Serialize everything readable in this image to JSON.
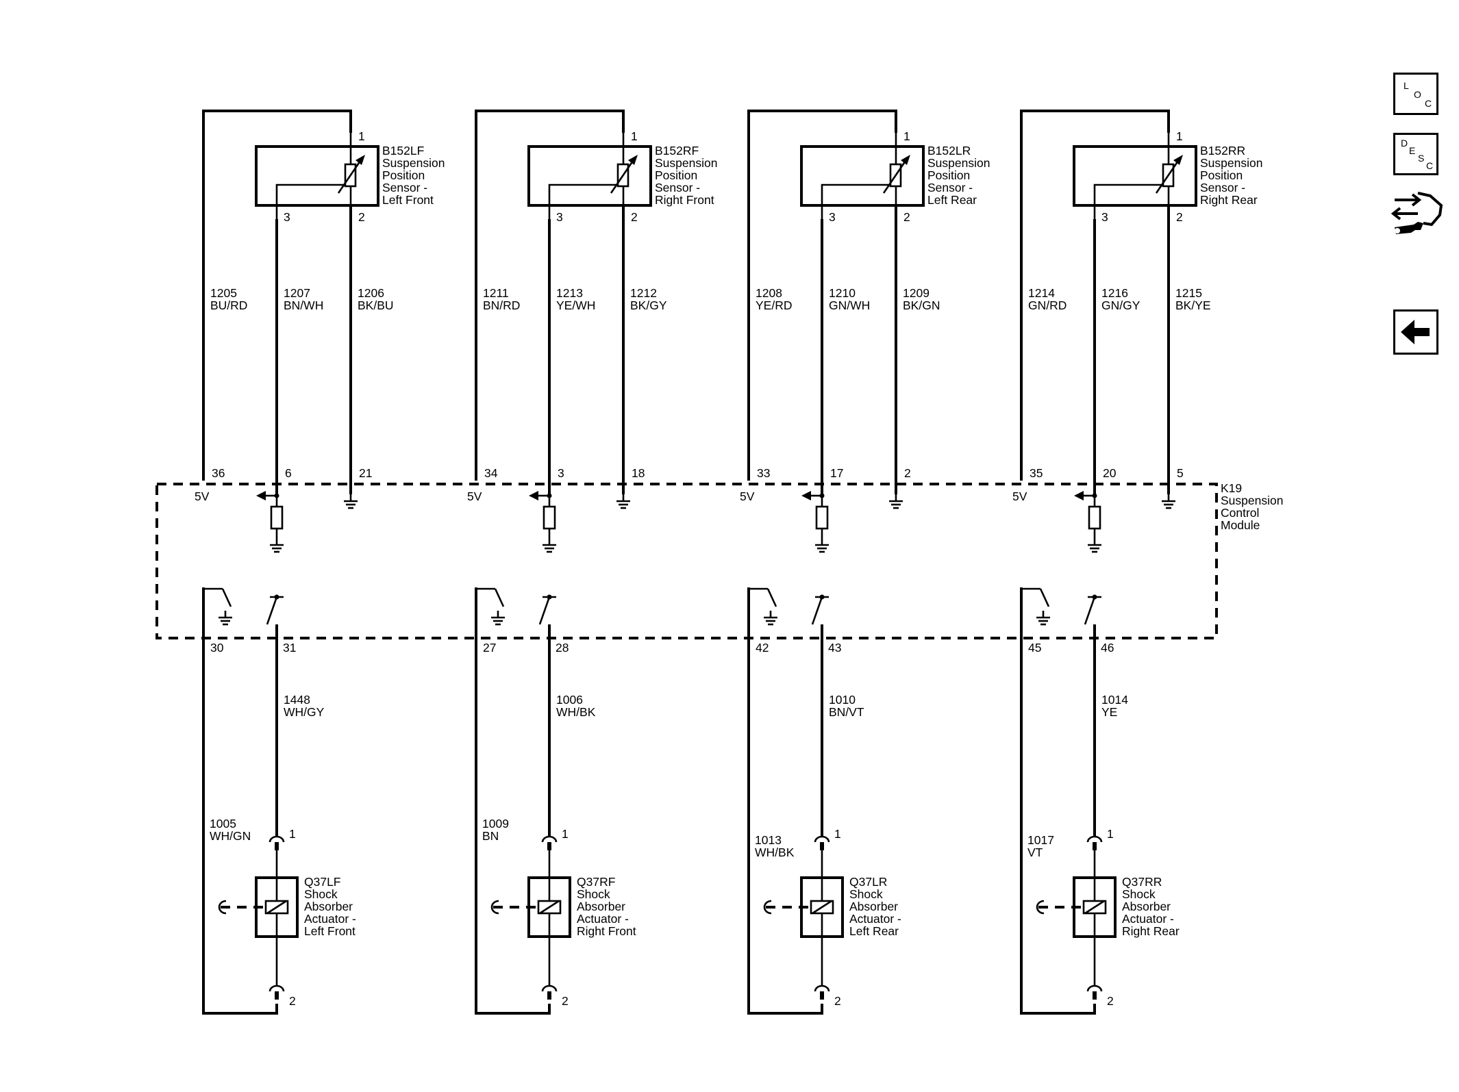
{
  "module": {
    "ref": "K19",
    "name_lines": [
      "Suspension",
      "Control",
      "Module"
    ],
    "voltage_label": "5V"
  },
  "corners": [
    {
      "id": "lf",
      "sensor": {
        "ref": "B152LF",
        "lines": [
          "Suspension",
          "Position",
          "Sensor -",
          "Left Front"
        ],
        "pins": [
          "1",
          "3",
          "2"
        ]
      },
      "wires": [
        {
          "circuit": "1205",
          "color": "BU/RD",
          "module_pin": "36"
        },
        {
          "circuit": "1207",
          "color": "BN/WH",
          "module_pin": "6"
        },
        {
          "circuit": "1206",
          "color": "BK/BU",
          "module_pin": "21"
        }
      ],
      "actuator": {
        "ref": "Q37LF",
        "lines": [
          "Shock",
          "Absorber",
          "Actuator -",
          "Left Front"
        ],
        "pins": [
          "1",
          "2"
        ]
      },
      "return_wire": {
        "circuit": "1005",
        "color": "WH/GN",
        "module_pin": "30"
      },
      "drive_wire": {
        "circuit": "1448",
        "color": "WH/GY",
        "module_pin": "31"
      }
    },
    {
      "id": "rf",
      "sensor": {
        "ref": "B152RF",
        "lines": [
          "Suspension",
          "Position",
          "Sensor -",
          "Right Front"
        ],
        "pins": [
          "1",
          "3",
          "2"
        ]
      },
      "wires": [
        {
          "circuit": "1211",
          "color": "BN/RD",
          "module_pin": "34"
        },
        {
          "circuit": "1213",
          "color": "YE/WH",
          "module_pin": "3"
        },
        {
          "circuit": "1212",
          "color": "BK/GY",
          "module_pin": "18"
        }
      ],
      "actuator": {
        "ref": "Q37RF",
        "lines": [
          "Shock",
          "Absorber",
          "Actuator -",
          "Right Front"
        ],
        "pins": [
          "1",
          "2"
        ]
      },
      "return_wire": {
        "circuit": "1009",
        "color": "BN",
        "module_pin": "27"
      },
      "drive_wire": {
        "circuit": "1006",
        "color": "WH/BK",
        "module_pin": "28"
      }
    },
    {
      "id": "lr",
      "sensor": {
        "ref": "B152LR",
        "lines": [
          "Suspension",
          "Position",
          "Sensor -",
          "Left Rear"
        ],
        "pins": [
          "1",
          "3",
          "2"
        ]
      },
      "wires": [
        {
          "circuit": "1208",
          "color": "YE/RD",
          "module_pin": "33"
        },
        {
          "circuit": "1210",
          "color": "GN/WH",
          "module_pin": "17"
        },
        {
          "circuit": "1209",
          "color": "BK/GN",
          "module_pin": "2"
        }
      ],
      "actuator": {
        "ref": "Q37LR",
        "lines": [
          "Shock",
          "Absorber",
          "Actuator -",
          "Left Rear"
        ],
        "pins": [
          "1",
          "2"
        ]
      },
      "return_wire": {
        "circuit": "1013",
        "color": "WH/BK",
        "module_pin": "42"
      },
      "drive_wire": {
        "circuit": "1010",
        "color": "BN/VT",
        "module_pin": "43"
      }
    },
    {
      "id": "rr",
      "sensor": {
        "ref": "B152RR",
        "lines": [
          "Suspension",
          "Position",
          "Sensor -",
          "Right Rear"
        ],
        "pins": [
          "1",
          "3",
          "2"
        ]
      },
      "wires": [
        {
          "circuit": "1214",
          "color": "GN/RD",
          "module_pin": "35"
        },
        {
          "circuit": "1216",
          "color": "GN/GY",
          "module_pin": "20"
        },
        {
          "circuit": "1215",
          "color": "BK/YE",
          "module_pin": "5"
        }
      ],
      "actuator": {
        "ref": "Q37RR",
        "lines": [
          "Shock",
          "Absorber",
          "Actuator -",
          "Right Rear"
        ],
        "pins": [
          "1",
          "2"
        ]
      },
      "return_wire": {
        "circuit": "1017",
        "color": "VT",
        "module_pin": "45"
      },
      "drive_wire": {
        "circuit": "1014",
        "color": "YE",
        "module_pin": "46"
      }
    }
  ],
  "nav": {
    "loc": {
      "letters": [
        "L",
        "O",
        "C"
      ],
      "icon": "loc-icon"
    },
    "desc": {
      "letters": [
        "D",
        "E",
        "S",
        "C"
      ],
      "icon": "desc-icon"
    },
    "tool": {
      "icon": "connector-wrench-icon"
    },
    "back": {
      "icon": "arrow-left-icon"
    }
  }
}
